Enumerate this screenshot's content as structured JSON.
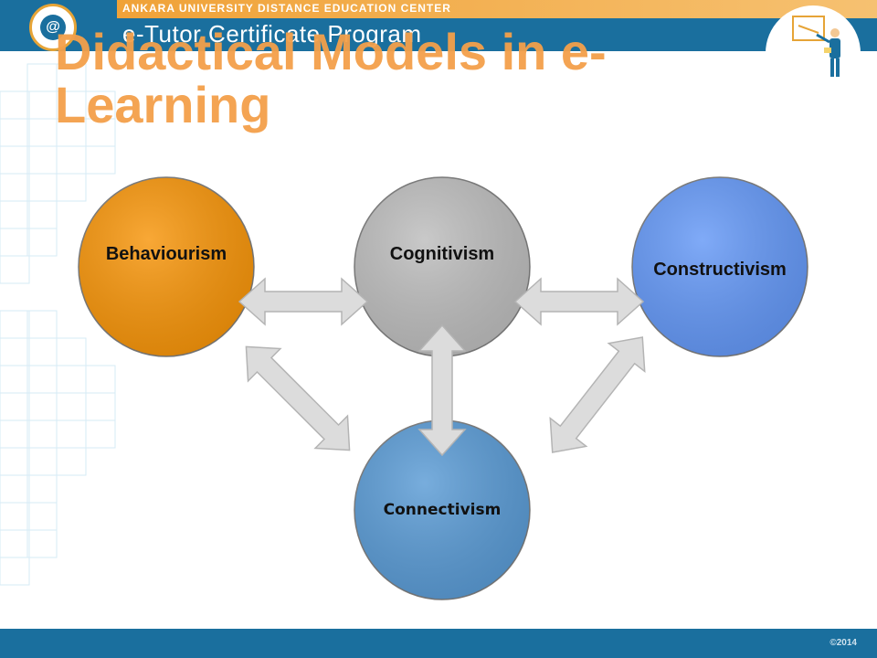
{
  "header": {
    "org_name": "ANKARA UNIVERSITY DISTANCE EDUCATION CENTER",
    "program_name": "e-Tutor Certificate Program",
    "logo_glyph": "@"
  },
  "slide": {
    "title": "Didactical Models in e-Learning"
  },
  "diagram": {
    "nodes": [
      {
        "id": "behaviourism",
        "label": "Behaviourism",
        "color": "#f7950a"
      },
      {
        "id": "cognitivism",
        "label": "Cognitivism",
        "color": "#bdbdbd"
      },
      {
        "id": "constructivism",
        "label": "Constructivism",
        "color": "#6498f6"
      },
      {
        "id": "connectivism",
        "label": "Connectivism",
        "color": "#5a9bd5"
      }
    ],
    "connections": [
      {
        "from": "behaviourism",
        "to": "cognitivism"
      },
      {
        "from": "cognitivism",
        "to": "constructivism"
      },
      {
        "from": "cognitivism",
        "to": "connectivism"
      },
      {
        "from": "behaviourism",
        "to": "connectivism"
      },
      {
        "from": "constructivism",
        "to": "connectivism"
      }
    ]
  },
  "footer": {
    "copyright": "©2014"
  },
  "colors": {
    "brand_blue": "#1a6f9e",
    "brand_orange": "#f0a238",
    "title_orange": "#f4a04a",
    "arrow_fill": "#dcdcdc"
  }
}
